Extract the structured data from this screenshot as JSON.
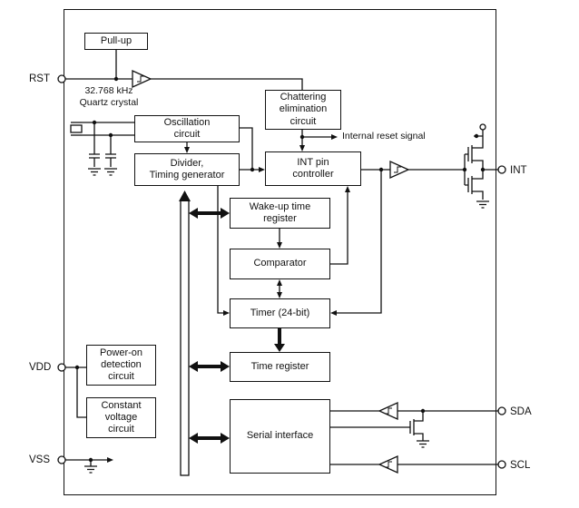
{
  "blocks": {
    "pullup": "Pull-up",
    "oscillation": "Oscillation\ncircuit",
    "divider": "Divider,\nTiming generator",
    "chattering": "Chattering\nelimination\ncircuit",
    "int_pin": "INT pin\ncontroller",
    "wakeup": "Wake-up time\nregister",
    "comparator": "Comparator",
    "timer": "Timer (24-bit)",
    "time_register": "Time register",
    "serial": "Serial interface",
    "power_on": "Power-on\ndetection\ncircuit",
    "constant_voltage": "Constant\nvoltage\ncircuit"
  },
  "pins": {
    "rst": "RST",
    "vdd": "VDD",
    "vss": "VSS",
    "int": "INT",
    "sda": "SDA",
    "scl": "SCL"
  },
  "labels": {
    "crystal": "32.768 kHz\nQuartz crystal",
    "internal_reset": "Internal reset signal"
  },
  "colors": {
    "ink": "#111111",
    "background": "#ffffff"
  }
}
